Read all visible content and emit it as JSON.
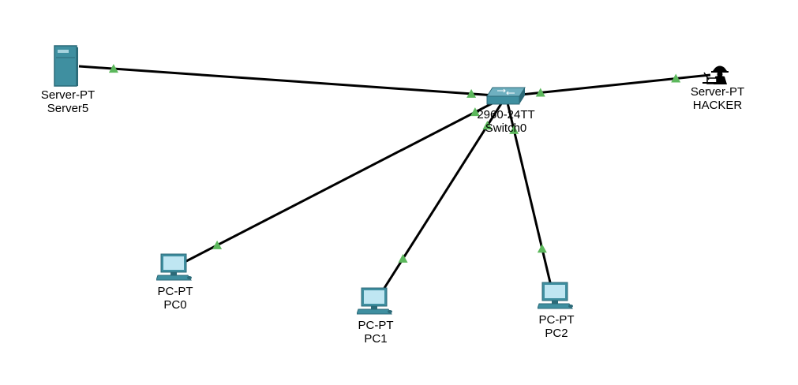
{
  "colors": {
    "link": "#000000",
    "link_up_indicator": "#5cb85c",
    "device_teal": "#3f8fa0",
    "device_teal_dark": "#2c6a78",
    "screen": "#bfe6f2",
    "background": "#ffffff"
  },
  "devices": {
    "server5": {
      "model": "Server-PT",
      "name": "Server5",
      "icon": "server-icon"
    },
    "switch0": {
      "model": "2960-24TT",
      "name": "Switch0",
      "icon": "switch-icon"
    },
    "hacker": {
      "model": "Server-PT",
      "name": "HACKER",
      "icon": "hacker-icon"
    },
    "pc0": {
      "model": "PC-PT",
      "name": "PC0",
      "icon": "pc-icon"
    },
    "pc1": {
      "model": "PC-PT",
      "name": "PC1",
      "icon": "pc-icon"
    },
    "pc2": {
      "model": "PC-PT",
      "name": "PC2",
      "icon": "pc-icon"
    }
  },
  "links": [
    {
      "from": "server5",
      "to": "switch0",
      "status": "up"
    },
    {
      "from": "switch0",
      "to": "hacker",
      "status": "up"
    },
    {
      "from": "switch0",
      "to": "pc0",
      "status": "up"
    },
    {
      "from": "switch0",
      "to": "pc1",
      "status": "up"
    },
    {
      "from": "switch0",
      "to": "pc2",
      "status": "up"
    }
  ]
}
